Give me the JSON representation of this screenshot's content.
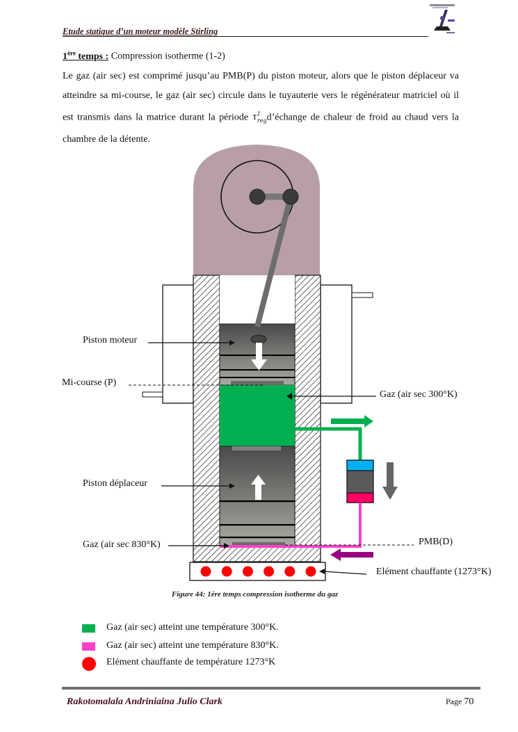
{
  "header": {
    "title": "Etude statique d’un moteur modèle Stirling",
    "logo_icon": "stirling-engine-logo"
  },
  "section": {
    "ordinal": "1",
    "ordinal_sup": "ère",
    "lead": " temps :",
    "title": " Compression isotherme (1-2)"
  },
  "paragraph": {
    "before_math": "Le gaz (air sec) est comprimé jusqu’au PMB(P) du piston moteur, alors que le piston déplaceur va atteindre sa mi-course, le gaz (air sec) circule dans le tuyauterie vers le régénérateur matriciel où il est transmis dans la matrice durant la période ",
    "math_symbol": "τ",
    "math_sup": "1",
    "math_sub": "reg",
    "after_math": "d’échange de chaleur de froid au chaud vers la chambre de la détente."
  },
  "figure": {
    "labels": {
      "piston_moteur": "Piston moteur",
      "mi_course": "Mi-course (P)",
      "gaz_300": "Gaz (air sec 300°K)",
      "piston_deplaceur": "Piston déplaceur",
      "gaz_830": "Gaz (air sec 830°K)",
      "pmb_d": "PMB(D)",
      "element": "Elément chauffante (1273°K)"
    },
    "colors": {
      "crankcase": "#b89ea8",
      "cold_gas": "#00b050",
      "hot_gas": "#ff3fc8",
      "heater_dot": "#ff0000",
      "regen_top": "#00b0f0",
      "regen_bottom": "#ff0066",
      "return_arrow": "#990080",
      "rod": "#6d6d6d"
    },
    "heater_dot_count": 6,
    "caption": "Figure 44: 1ère temps compression isotherme du gaz"
  },
  "legend": [
    {
      "swatch": "square",
      "color": "#00b050",
      "text": "Gaz (air sec) atteint une température 300°K."
    },
    {
      "swatch": "square",
      "color": "#ff3fc8",
      "text": "Gaz (air sec) atteint une température 830°K."
    },
    {
      "swatch": "circle",
      "color": "#ff0000",
      "text": "Elément chauffante de température 1273°K"
    }
  ],
  "footer": {
    "author": "Rakotomalala Andriniaina Julio Clark",
    "page_label": "Page ",
    "page_number": "70"
  }
}
